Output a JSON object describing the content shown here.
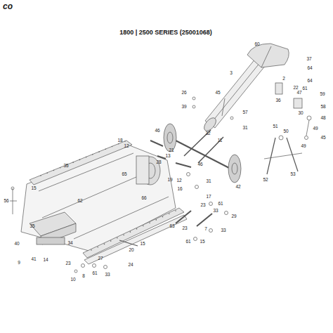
{
  "diagram": {
    "title": "1800 | 2500 SERIES (25001068)",
    "labels": [
      "co",
      "60",
      "37",
      "64",
      "3",
      "2",
      "64",
      "22",
      "61",
      "59",
      "26",
      "45",
      "36",
      "47",
      "39",
      "58",
      "57",
      "30",
      "48",
      "32",
      "51",
      "31",
      "50",
      "49",
      "11",
      "46",
      "21",
      "49",
      "45",
      "18",
      "12",
      "28",
      "13",
      "46",
      "35",
      "53",
      "42",
      "52",
      "19",
      "65",
      "12",
      "16",
      "31",
      "15",
      "56",
      "62",
      "66",
      "17",
      "23",
      "61",
      "33",
      "29",
      "63",
      "23",
      "35",
      "34",
      "7",
      "33",
      "40",
      "61",
      "15",
      "15",
      "14",
      "9",
      "41",
      "23",
      "27",
      "20",
      "24",
      "8",
      "61",
      "33",
      "10"
    ]
  }
}
